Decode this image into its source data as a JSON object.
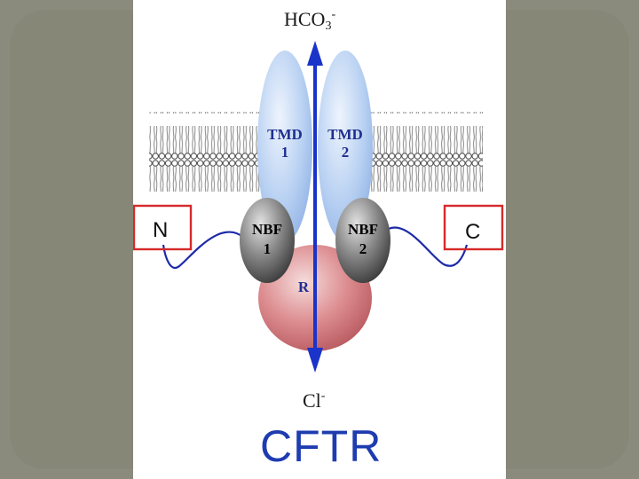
{
  "figure": {
    "top_ion": {
      "base": "HCO",
      "sub": "3",
      "sup": "-"
    },
    "bottom_ion": {
      "base": "Cl",
      "sup": "-"
    },
    "tmd1": {
      "name": "TMD",
      "number": "1"
    },
    "tmd2": {
      "name": "TMD",
      "number": "2"
    },
    "nbf1": {
      "name": "NBF",
      "number": "1"
    },
    "nbf2": {
      "name": "NBF",
      "number": "2"
    },
    "r_domain": "R",
    "n_terminus": "N",
    "c_terminus": "C",
    "title": "CFTR"
  },
  "colors": {
    "background": "#8a8b7c",
    "arrow": "#1a33c8",
    "tmd": "#a9c6ee",
    "r_domain": "#d77a7f",
    "nbf": "#5c5c5c",
    "terminus_box": "#d62a2a",
    "title": "#1e3cb0"
  }
}
